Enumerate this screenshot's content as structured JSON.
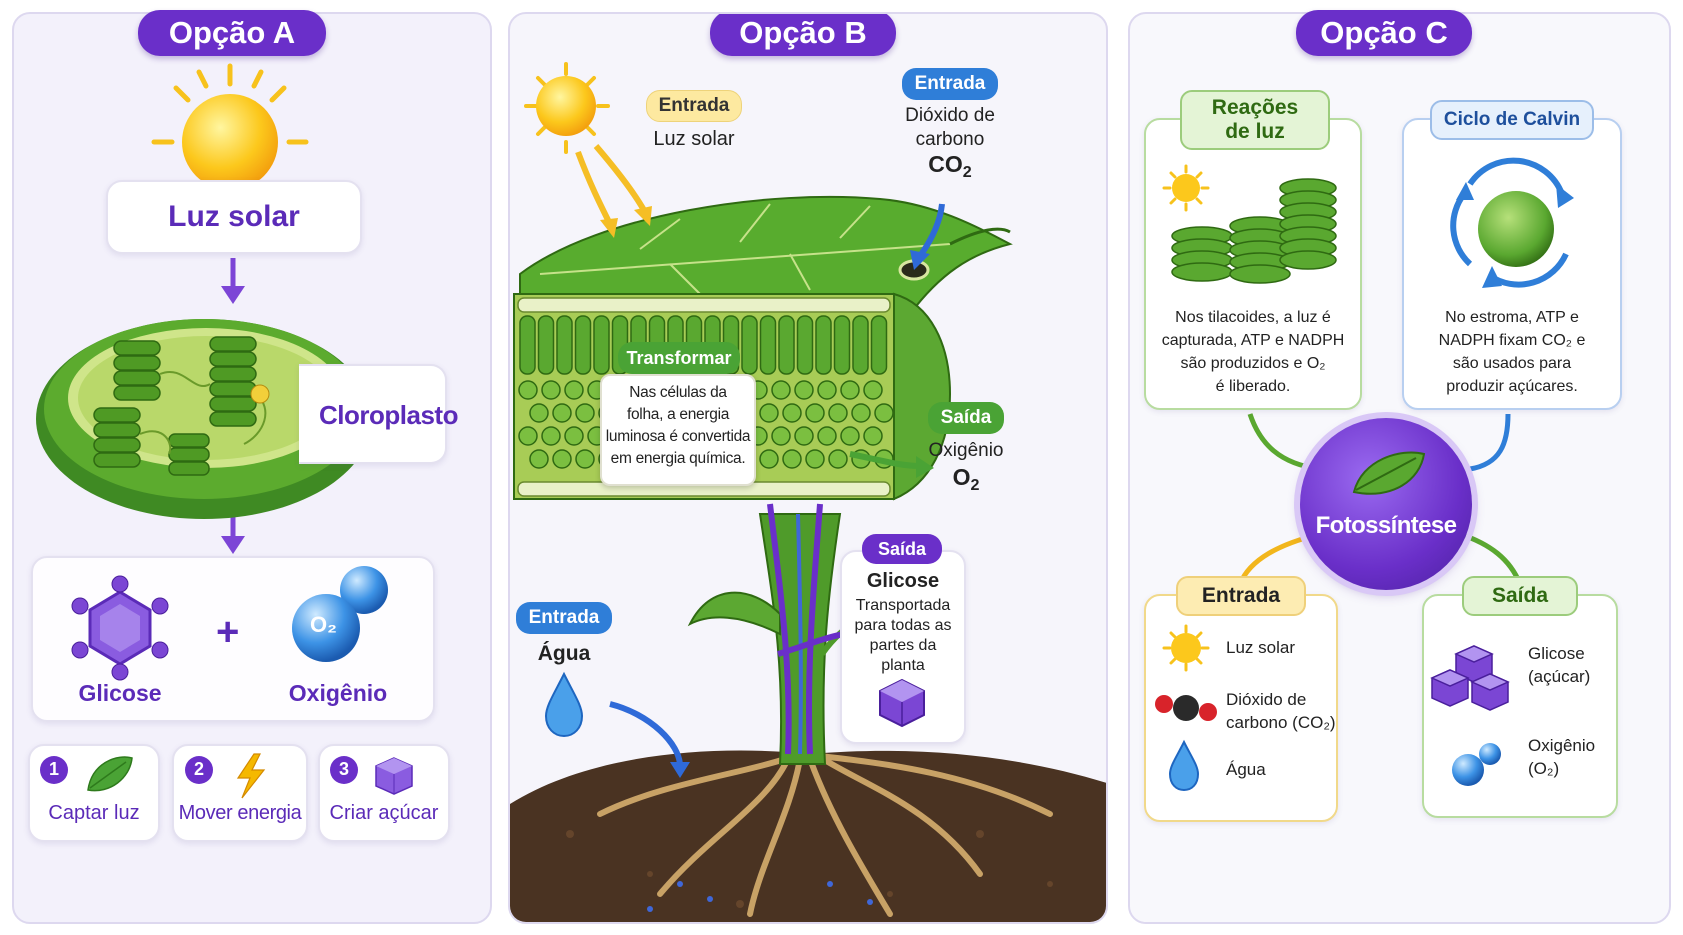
{
  "panelA": {
    "title": "Opção A",
    "sun_label": "Luz solar",
    "organelle_label": "Cloroplasto",
    "product1": "Glicose",
    "plus": "+",
    "product2": "Oxigênio",
    "o2_symbol": "O₂",
    "steps": [
      {
        "num": "1",
        "label": "Captar luz",
        "icon": "leaf-icon"
      },
      {
        "num": "2",
        "label": "Mover energia",
        "icon": "lightning-icon"
      },
      {
        "num": "3",
        "label": "Criar açúcar",
        "icon": "sugar-cube-icon"
      }
    ]
  },
  "panelB": {
    "title": "Opção B",
    "light_tag": "Entrada",
    "light_label": "Luz solar",
    "co2_tag": "Entrada",
    "co2_label_line1": "Dióxido de",
    "co2_label_line2": "carbono",
    "co2_formula": "CO",
    "co2_sub": "2",
    "transform_tag": "Transformar",
    "transform_text": [
      "Nas células da",
      "folha, a energia",
      "luminosa é convertida",
      "em energia química."
    ],
    "o2_tag": "Saída",
    "o2_label": "Oxigênio",
    "o2_formula": "O",
    "o2_sub": "2",
    "water_tag": "Entrada",
    "water_label": "Água",
    "glucose_tag": "Saída",
    "glucose_title": "Glicose",
    "glucose_text": [
      "Transportada",
      "para todas as",
      "partes da",
      "planta"
    ]
  },
  "panelC": {
    "title": "Opção C",
    "light_title_line1": "Reações",
    "light_title_line2": "de luz",
    "light_text": [
      "Nos tilacoides, a luz é",
      "capturada, ATP e NADPH",
      "são produzidos e O₂",
      "é liberado."
    ],
    "calvin_title": "Ciclo de Calvin",
    "calvin_text": [
      "No estroma, ATP e",
      "NADPH fixam CO₂ e",
      "são usados para",
      "produzir açúcares."
    ],
    "center": "Fotossíntese",
    "input_title": "Entrada",
    "inputs": [
      "Luz solar",
      "Dióxido de",
      "carbono (CO₂)",
      "Água"
    ],
    "output_title": "Saída",
    "outputs": [
      "Glicose",
      "(açúcar)",
      "Oxigênio",
      "(O₂)"
    ]
  },
  "colors": {
    "purple": "#6a2fc9",
    "green": "#4aa335",
    "blue": "#2f7ed8",
    "yellow": "#fde9a0",
    "soil": "#4a3322"
  }
}
